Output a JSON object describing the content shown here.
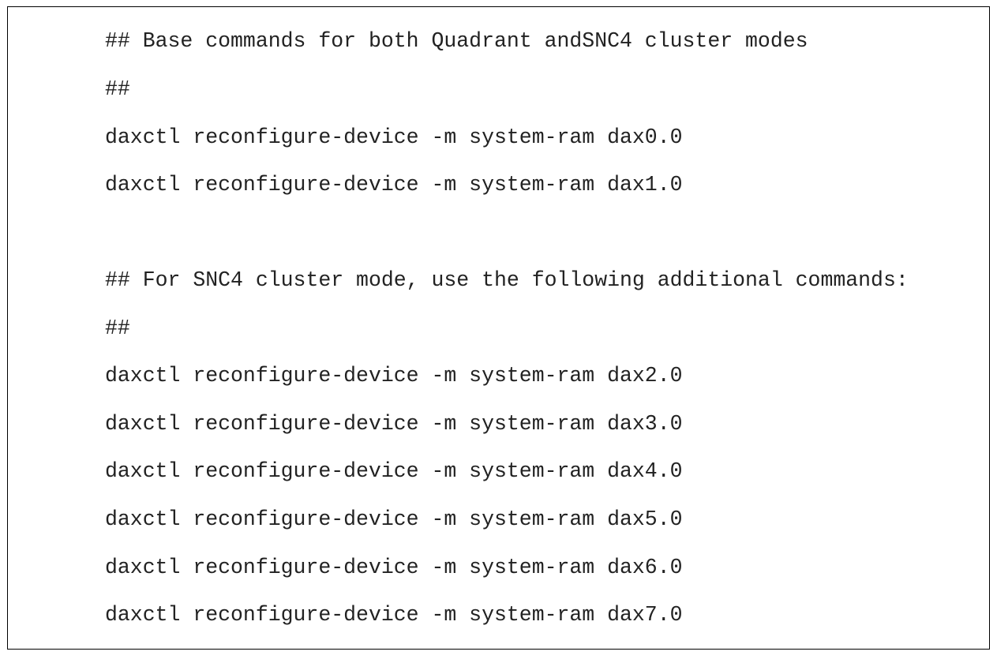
{
  "code_block": {
    "lines": [
      "## Base commands for both Quadrant andSNC4 cluster modes",
      "##",
      "daxctl reconfigure-device -m system-ram dax0.0",
      "daxctl reconfigure-device -m system-ram dax1.0",
      "",
      "## For SNC4 cluster mode, use the following additional commands:",
      "##",
      "daxctl reconfigure-device -m system-ram dax2.0",
      "daxctl reconfigure-device -m system-ram dax3.0",
      "daxctl reconfigure-device -m system-ram dax4.0",
      "daxctl reconfigure-device -m system-ram dax5.0",
      "daxctl reconfigure-device -m system-ram dax6.0",
      "daxctl reconfigure-device -m system-ram dax7.0"
    ]
  }
}
